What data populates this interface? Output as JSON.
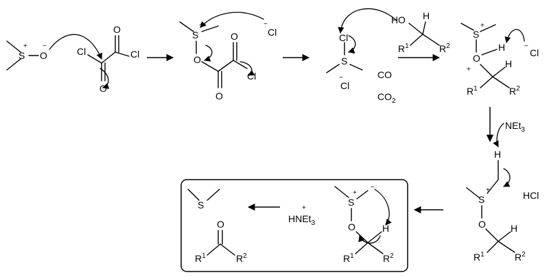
{
  "atoms": {
    "S": "S",
    "O": "O",
    "Cl": "Cl",
    "H": "H",
    "R": "R",
    "one": "1",
    "two": "2",
    "plus": "+",
    "minus": "−",
    "co": "CO",
    "co2_c": "CO",
    "co2_sub": "2",
    "net_ne": "NEt",
    "net_sub": "3",
    "hcl": "HCl",
    "hnet": "HNEt",
    "hnet_sub": "3"
  }
}
